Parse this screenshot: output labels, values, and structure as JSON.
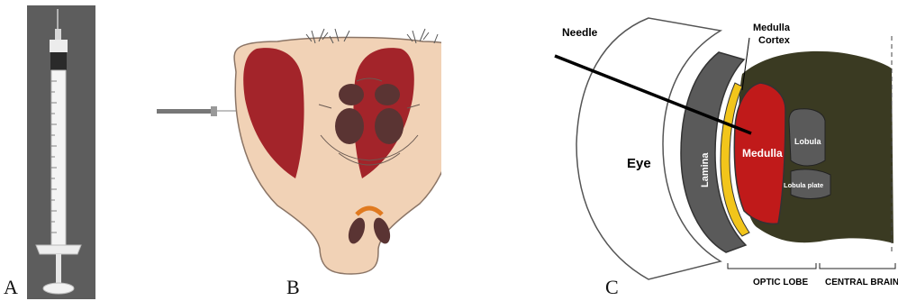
{
  "panels": [
    {
      "letter": "A"
    },
    {
      "letter": "B"
    },
    {
      "letter": "C"
    }
  ],
  "diagram_c": {
    "needle": "Needle",
    "medulla_cortex_line1": "Medulla",
    "medulla_cortex_line2": "Cortex",
    "eye": "Eye",
    "lamina": "Lamina",
    "medulla": "Medulla",
    "lobula": "Lobula",
    "lobula_plate": "Lobula plate",
    "optic_lobe": "OPTIC LOBE",
    "central_brain": "CENTRAL BRAIN"
  },
  "colors": {
    "fly_eye_red": "#a3242a",
    "fly_head": "#f1d2b6",
    "ocelli_brown": "#5a3433",
    "brain_dark": "#3a3a22",
    "lamina_gray": "#5a5a5a",
    "medulla_red": "#c01a1a",
    "cortex_yellow": "#f2c51b"
  }
}
